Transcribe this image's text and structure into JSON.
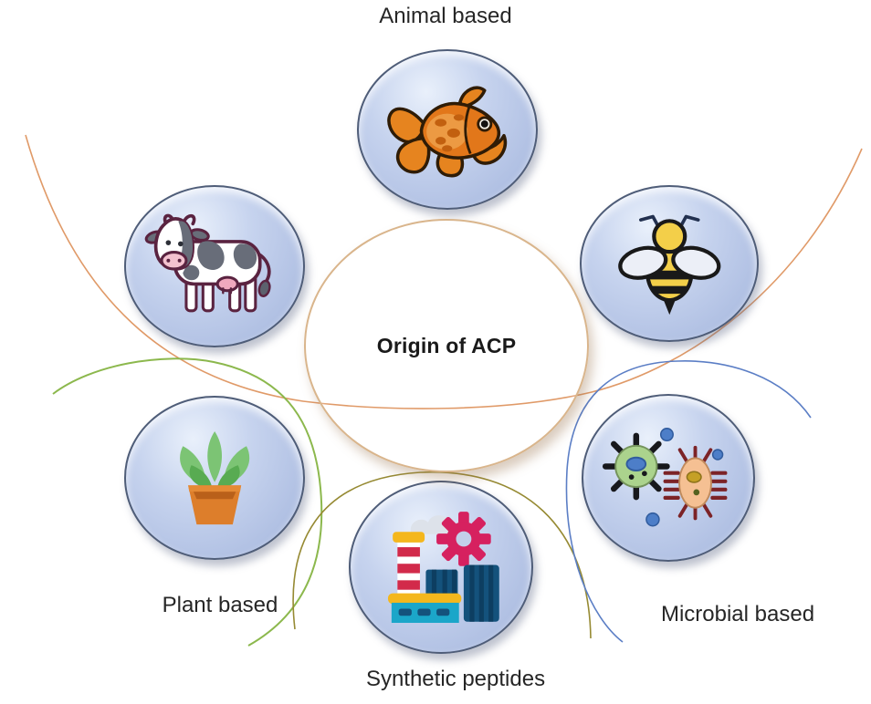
{
  "figure": {
    "center_label": "Origin of ACP",
    "labels": {
      "animal": "Animal based",
      "plant": "Plant based",
      "synthetic": "Synthetic peptides",
      "microbial": "Microbial based"
    },
    "nodes": [
      {
        "id": "fish",
        "icon": "fish-icon",
        "category": "Animal based"
      },
      {
        "id": "cow",
        "icon": "cow-icon",
        "category": "Animal based"
      },
      {
        "id": "bee",
        "icon": "bee-icon",
        "category": "Animal based"
      },
      {
        "id": "plant",
        "icon": "plant-icon",
        "category": "Plant based"
      },
      {
        "id": "factory",
        "icon": "factory-icon",
        "category": "Synthetic peptides"
      },
      {
        "id": "microbes",
        "icon": "microbe-icon",
        "category": "Microbial based"
      }
    ],
    "colors": {
      "background": "#ffffff",
      "center_fill": "#fbd9b4",
      "node_fill": "#b6c5e6",
      "node_border": "#4f5d78",
      "arc_animal": "#e09a68",
      "arc_plant": "#8cb84d",
      "arc_synthetic": "#968a33",
      "arc_microbial": "#5b7ec5",
      "text": "#262626"
    }
  }
}
